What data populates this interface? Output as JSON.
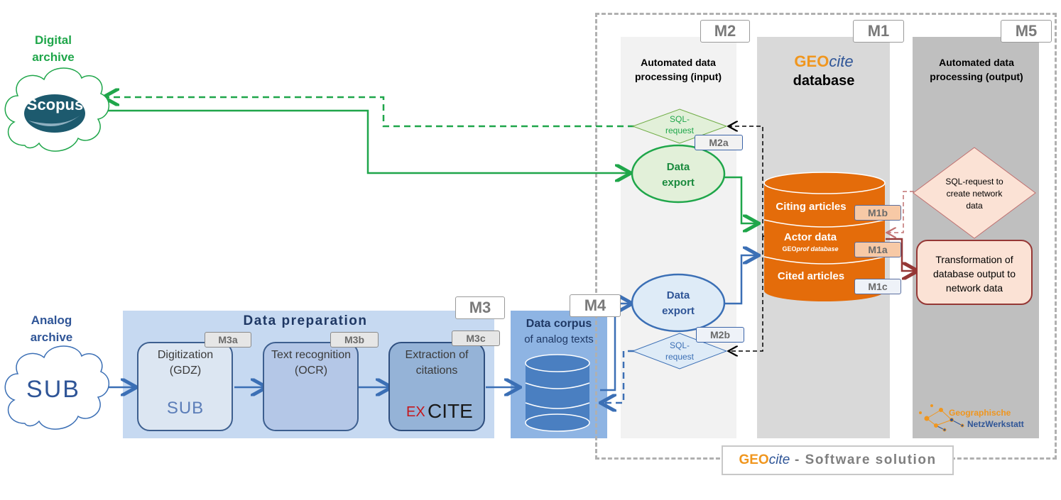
{
  "sources": {
    "digital": {
      "title": "Digital archive",
      "logo": "Scopus"
    },
    "analog": {
      "title": "Analog archive",
      "logo": "SUB"
    }
  },
  "software": {
    "brand": "GEO",
    "brand_italic": "cite",
    "caption": " - Software solution"
  },
  "modules": {
    "m1": {
      "tag": "M1",
      "brand": "GEO",
      "brand_italic": "cite",
      "title": "database"
    },
    "m2": {
      "tag": "M2",
      "title": "Automated data processing (input)"
    },
    "m5": {
      "tag": "M5",
      "title": "Automated data processing (output)"
    },
    "m3": {
      "tag": "M3",
      "title": "Data preparation"
    },
    "m4": {
      "tag": "M4",
      "title": "Data corpus",
      "subtitle": "of analog texts"
    }
  },
  "m2_items": {
    "sql_top": {
      "text": "SQL-request",
      "tag": "M2a"
    },
    "export_top": {
      "text": "Data export"
    },
    "export_bottom": {
      "text": "Data export"
    },
    "sql_bottom": {
      "text": "SQL-request",
      "tag": "M2b"
    }
  },
  "m1_items": {
    "citing": {
      "text": "Citing articles",
      "tag": "M1b"
    },
    "actor": {
      "text": "Actor data",
      "sub_brand": "GEO",
      "sub_italic": "prof",
      "sub_text": " database",
      "tag": "M1a"
    },
    "cited": {
      "text": "Cited articles",
      "tag": "M1c"
    }
  },
  "m5_items": {
    "sql": {
      "text": "SQL-request to create network data"
    },
    "transform": {
      "text": "Transformation of database output to network data"
    },
    "logo_top": "Geographische",
    "logo_bottom": "NetzWerkstatt"
  },
  "m3_items": {
    "digitization": {
      "tag": "M3a",
      "text": "Digitization (GDZ)",
      "logo": "SUB"
    },
    "ocr": {
      "tag": "M3b",
      "text": "Text recognition (OCR)"
    },
    "extraction": {
      "tag": "M3c",
      "text": "Extraction of citations",
      "logo_ex": "EX",
      "logo_cite": "CITE"
    }
  },
  "colors": {
    "green": "#1fa64a",
    "blue": "#3b6fb5",
    "orange": "#e46c0a",
    "darkred": "#953735",
    "brand_orange": "#f0961e",
    "brand_blue": "#2f5597"
  }
}
